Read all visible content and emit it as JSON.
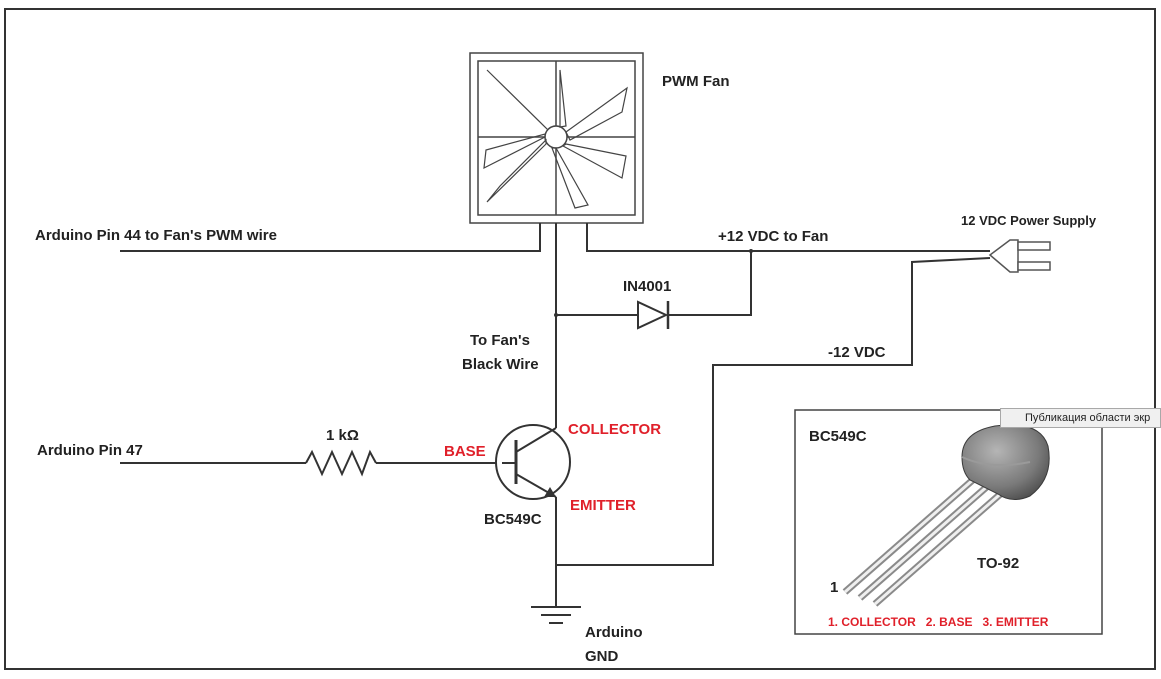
{
  "labels": {
    "pwm_fan": "PWM Fan",
    "arduino_pin44": "Arduino Pin 44 to Fan's PWM wire",
    "plus12_to_fan": "+12 VDC to Fan",
    "power_supply": "12 VDC Power Supply",
    "diode": "IN4001",
    "minus12": "-12 VDC",
    "to_fans_line1": "To Fan's",
    "to_fans_line2": "Black Wire",
    "collector": "COLLECTOR",
    "emitter": "EMITTER",
    "base": "BASE",
    "resistor": "1 kΩ",
    "arduino_pin47": "Arduino Pin 47",
    "transistor": "BC549C",
    "gnd_line1": "Arduino",
    "gnd_line2": "GND"
  },
  "inset": {
    "title": "BC549C",
    "package": "TO-92",
    "pin_number": "1",
    "pinout": "1. COLLECTOR   2. BASE   3. EMITTER"
  },
  "tooltip": {
    "text": "Публикация области экр"
  },
  "colors": {
    "wire": "#333333",
    "label_red": "#e0202a",
    "tooltip_bg": "#f0f0f0"
  }
}
